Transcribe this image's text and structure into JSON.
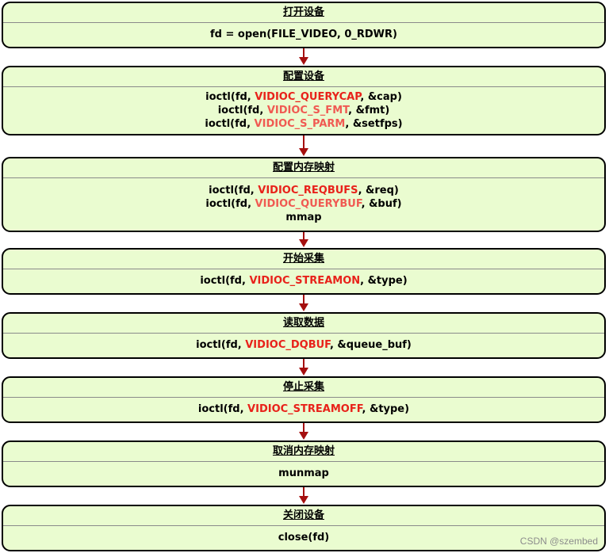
{
  "steps": [
    {
      "title": "打开设备",
      "lines": [
        [
          {
            "t": "fd = open(FILE_VIDEO, 0_RDWR)"
          }
        ]
      ]
    },
    {
      "title": "配置设备",
      "lines": [
        [
          {
            "t": "ioctl(fd, "
          },
          {
            "t": "VIDIOC_QUERYCAP",
            "c": "cmd"
          },
          {
            "t": ", &cap)"
          }
        ],
        [
          {
            "t": "ioctl(fd, "
          },
          {
            "t": "VIDIOC_S_FMT",
            "c": "cmd-soft"
          },
          {
            "t": ", &fmt)"
          }
        ],
        [
          {
            "t": "ioctl(fd, "
          },
          {
            "t": "VIDIOC_S_PARM",
            "c": "cmd-soft"
          },
          {
            "t": ", &setfps)"
          }
        ]
      ]
    },
    {
      "title": "配置内存映射",
      "lines": [
        [
          {
            "t": "ioctl(fd, "
          },
          {
            "t": "VIDIOC_REQBUFS",
            "c": "cmd"
          },
          {
            "t": ", &req)"
          }
        ],
        [
          {
            "t": "ioctl(fd, "
          },
          {
            "t": "VIDIOC_QUERYBUF",
            "c": "cmd-soft"
          },
          {
            "t": ", &buf)"
          }
        ],
        [
          {
            "t": "mmap"
          }
        ]
      ]
    },
    {
      "title": "开始采集",
      "lines": [
        [
          {
            "t": "ioctl(fd, "
          },
          {
            "t": "VIDIOC_STREAMON",
            "c": "cmd"
          },
          {
            "t": ", &type)"
          }
        ]
      ]
    },
    {
      "title": "读取数据",
      "lines": [
        [
          {
            "t": "ioctl(fd, "
          },
          {
            "t": "VIDIOC_DQBUF",
            "c": "cmd"
          },
          {
            "t": ", &queue_buf)"
          }
        ]
      ]
    },
    {
      "title": "停止采集",
      "lines": [
        [
          {
            "t": "ioctl(fd, "
          },
          {
            "t": "VIDIOC_STREAMOFF",
            "c": "cmd"
          },
          {
            "t": ", &type)"
          }
        ]
      ]
    },
    {
      "title": "取消内存映射",
      "lines": [
        [
          {
            "t": "munmap"
          }
        ]
      ]
    },
    {
      "title": "关闭设备",
      "lines": [
        [
          {
            "t": "close(fd)"
          }
        ]
      ]
    }
  ],
  "colors": {
    "box_fill": "#eafcd0",
    "box_border": "#000000",
    "divider": "#8a8a8a",
    "command_red": "#e8221a",
    "command_red_light": "#f05a52",
    "arrow": "#a50f0f"
  },
  "watermark": "CSDN @szembed"
}
